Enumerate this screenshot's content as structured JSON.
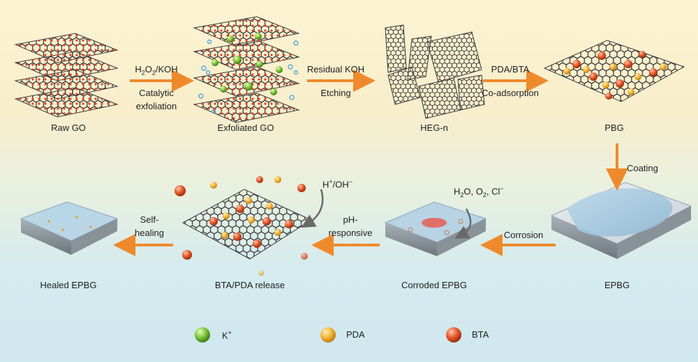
{
  "stages": {
    "raw_go": "Raw GO",
    "exfoliated_go": "Exfoliated GO",
    "heg_n": "HEG-n",
    "pbg": "PBG",
    "epbg": "EPBG",
    "corroded_epbg": "Corroded EPBG",
    "release": "BTA/PDA release",
    "healed_epbg": "Healed EPBG"
  },
  "steps": {
    "step1_top_a": "H",
    "step1_top_b": "2",
    "step1_top_c": "O",
    "step1_top_d": "2",
    "step1_top_e": "/KOH",
    "step1_bottom_1": "Catalytic",
    "step1_bottom_2": "exfoliation",
    "step2_top": "Residual KOH",
    "step2_bottom": "Etching",
    "step3_top": "PDA/BTA",
    "step3_bottom": "Co-adsorption",
    "step4": "Coating",
    "step5": "Corrosion",
    "step6_1": "pH-",
    "step6_2": "responsive",
    "step7_1": "Self-",
    "step7_2": "healing"
  },
  "annotations": {
    "stimulus_a": "H",
    "stimulus_b": "+",
    "stimulus_c": "/OH",
    "stimulus_d": "−",
    "corrosive_a": "H",
    "corrosive_b": "2",
    "corrosive_c": "O, O",
    "corrosive_d": "2",
    "corrosive_e": ", Cl",
    "corrosive_f": "−"
  },
  "legend": {
    "k_a": "K",
    "k_b": "+",
    "pda": "PDA",
    "bta": "BTA"
  },
  "colors": {
    "arrow": "#ef8a2c",
    "k_sphere": "#7cc43a",
    "pda_sphere": "#f2b63a",
    "bta_sphere": "#e8582c",
    "graphene": "#3b3b3b",
    "oxygen": "#d9432c"
  }
}
